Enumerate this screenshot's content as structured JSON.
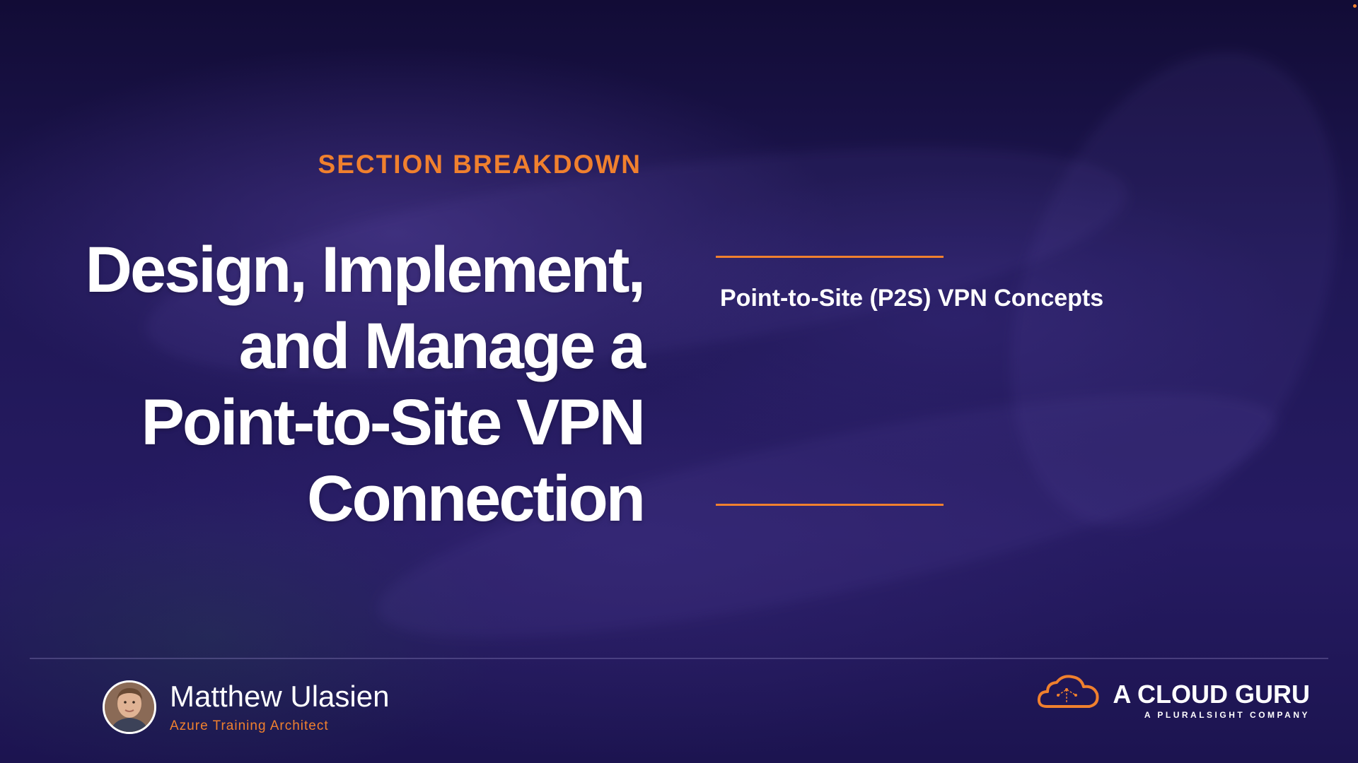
{
  "slide": {
    "section_label": "SECTION BREAKDOWN",
    "title_lines": [
      "Design, Implement,",
      "and Manage a",
      "Point-to-Site VPN",
      "Connection"
    ],
    "topics": [
      "Point-to-Site (P2S) VPN Concepts"
    ]
  },
  "presenter": {
    "name": "Matthew Ulasien",
    "role": "Azure Training Architect"
  },
  "brand": {
    "name": "A CLOUD GURU",
    "tagline": "A PLURALSIGHT COMPANY"
  },
  "colors": {
    "accent": "#f0802e",
    "background": "#1e1650",
    "text": "#ffffff"
  },
  "icons": [
    "avatar-photo",
    "cloud-logo-icon"
  ]
}
